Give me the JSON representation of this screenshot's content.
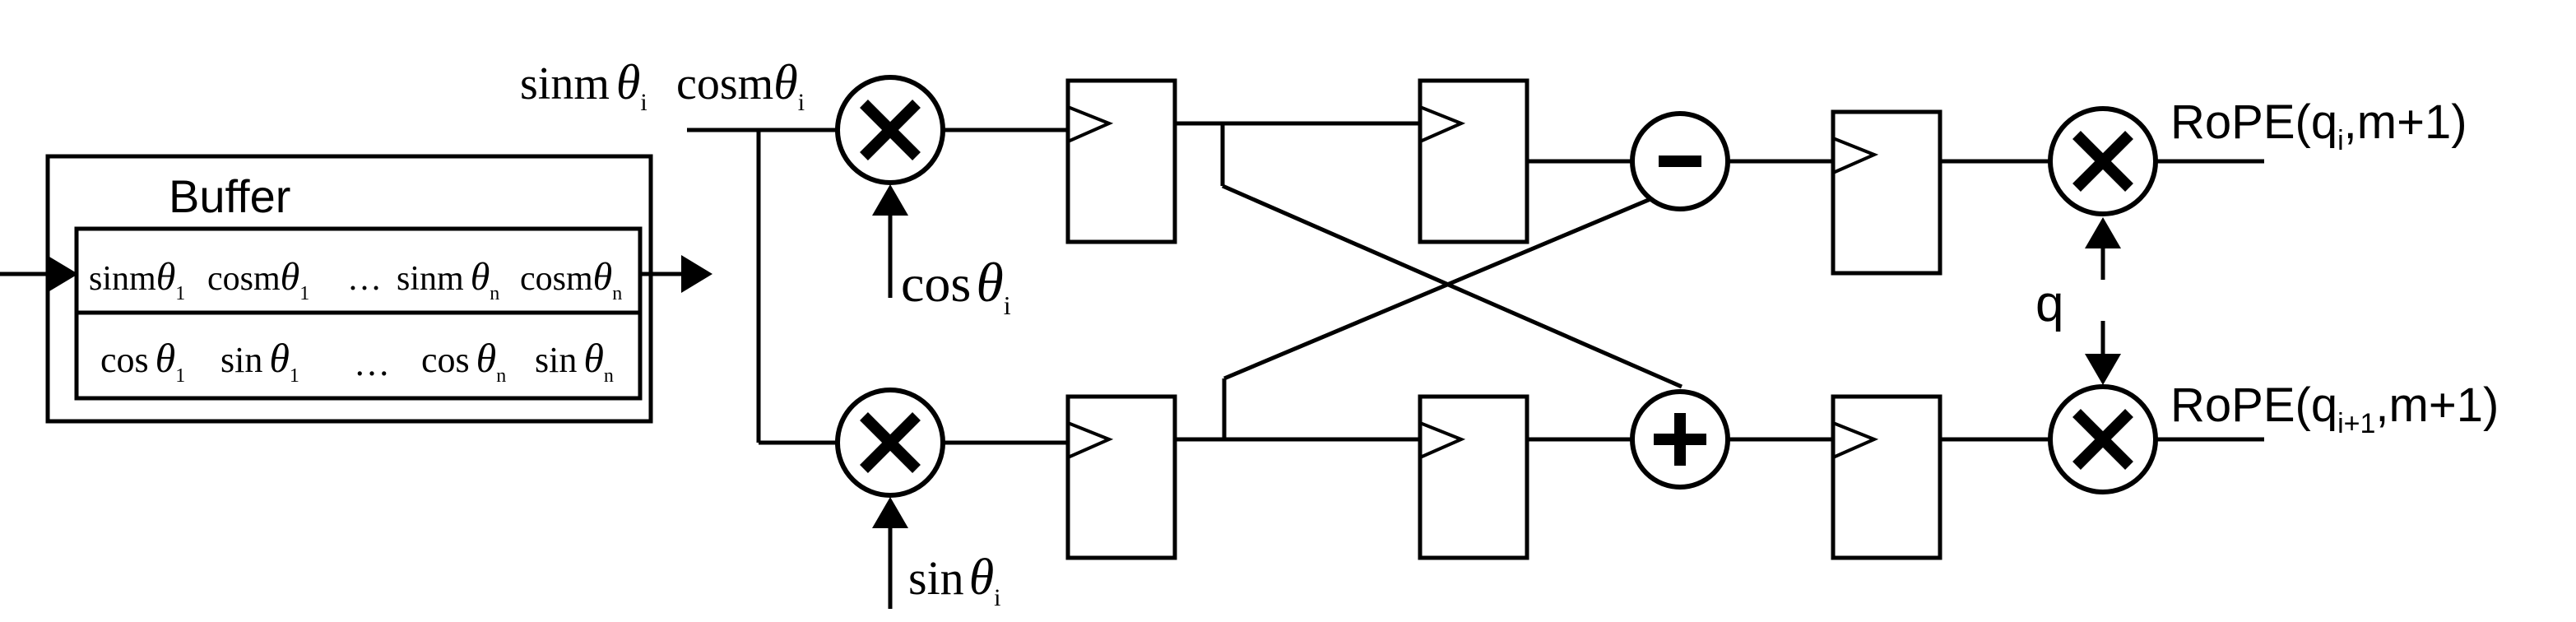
{
  "buffer": {
    "title": "Buffer",
    "row1": {
      "sinm1": "sinm",
      "cosm1": "cosm",
      "dots": "…",
      "sinmn": "sinm",
      "cosmn": "cosm"
    },
    "row2": {
      "cos1": "cos",
      "sin1": "sin",
      "dots": "…",
      "cosn": "cos",
      "sinn": "sin"
    },
    "theta": "θ",
    "sub1": "1",
    "subn": "n"
  },
  "inputs": {
    "sinm": "sinm",
    "cosm": "cosm",
    "cos": "cos",
    "sin": "sin",
    "theta": "θ",
    "sub_i": "i"
  },
  "operators": {
    "mult": "×",
    "sub": "−",
    "add": "+"
  },
  "outputs": {
    "top": {
      "prefix": "RoPE(q",
      "sub": "i",
      "suffix": ",m+1)"
    },
    "bottom": {
      "prefix": "RoPE(q",
      "sub": "i+1",
      "suffix": ",m+1)"
    },
    "q_label": "q"
  }
}
